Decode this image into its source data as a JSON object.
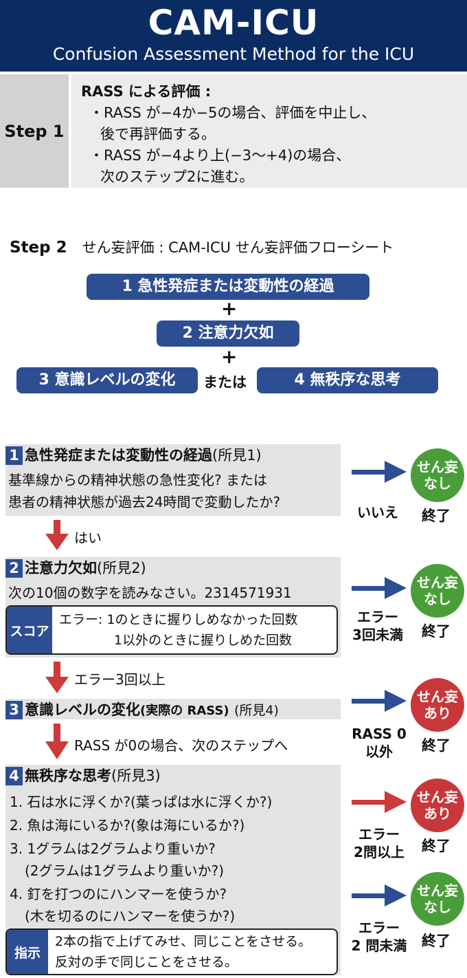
{
  "header": {
    "title": "CAM-ICU",
    "subtitle": "Confusion Assessment Method for the ICU"
  },
  "step1": {
    "label": "Step 1",
    "title": "RASS による評価 :",
    "bullet1_line1": "・RASS が−4か−5の場合、評価を中止し、",
    "bullet1_line2": "後で再評価する。",
    "bullet2_line1": "・RASS が−4より上(−3〜+4)の場合、",
    "bullet2_line2": "次のステップ2に進む。"
  },
  "step2": {
    "label": "Step 2",
    "title": "せん妄評価 : CAM-ICU せん妄評価フローシート",
    "f1": "1 急性発症または変動性の経過",
    "plus": "+",
    "f2": "2 注意力欠如",
    "f3": "3 意識レベルの変化",
    "or": "または",
    "f4": "4 無秩序な思考"
  },
  "s1": {
    "num": "1",
    "title": "急性発症または変動性の経過",
    "finding": "(所見1)",
    "q1": "基準線からの精神状態の急性変化? または",
    "q2": "患者の精神状態が過去24時間で変動したか?",
    "no_label": "いいえ",
    "yes_label": "はい"
  },
  "s2": {
    "num": "2",
    "title": "注意力欠如",
    "finding": "(所見2)",
    "instr": "次の10個の数字を読みなさい。2314571931",
    "score_tag": "スコア",
    "err1": "エラー: 1のときに握りしめなかった回数",
    "err2": "1以外のときに握りしめた回数",
    "pos_label_1": "エラー",
    "pos_label_2": "3回未満",
    "down_label": "エラー3回以上"
  },
  "s3": {
    "num": "3",
    "title": "意識レベルの変化",
    "sub": "(実際の RASS)",
    "finding": "(所見4)",
    "pos_label_1": "RASS 0",
    "pos_label_2": "以外",
    "down_label": "RASS が0の場合、次のステップへ"
  },
  "s4": {
    "num": "4",
    "title": "無秩序な思考",
    "finding": "(所見3)",
    "q1": "1. 石は水に浮くか?(葉っぱは水に浮くか?)",
    "q2": "2. 魚は海にいるか?(象は海にいるか?)",
    "q3a": "3. 1グラムは2グラムより重いか?",
    "q3b": "(2グラムは1グラムより重いか?)",
    "q4a": "4. 釘を打つのにハンマーを使うか?",
    "q4b": "(木を切るのにハンマーを使うか?)",
    "instr_tag": "指示",
    "instr1": "2本の指で上げてみせ、同じことをさせる。",
    "instr2": "反対の手で同じことをさせる。",
    "pos_label_1": "エラー",
    "pos_label_2": "2問以上",
    "neg_label_1": "エラー",
    "neg_label_2": "2 問未満"
  },
  "results": {
    "none_1": "せん妄",
    "none_2": "なし",
    "present_1": "せん妄",
    "present_2": "あり",
    "end": "終了"
  },
  "colors": {
    "navy": "#0b2c63",
    "blue": "#2e4e93",
    "green": "#4a9e3a",
    "red": "#c8373a",
    "arrow_red": "#cc3a3a"
  }
}
